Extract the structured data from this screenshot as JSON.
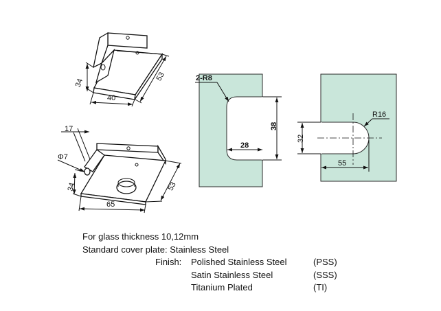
{
  "dimensions": {
    "top_view": {
      "depth": "34",
      "width": "40",
      "height": "53"
    },
    "side_view": {
      "offset": "17",
      "hole_diameter": "Φ7",
      "depth": "34",
      "width": "65",
      "height": "53"
    },
    "glass_notch": {
      "radius": "2-R8",
      "width": "28",
      "height": "38"
    },
    "glass_slot": {
      "radius": "R16",
      "height": "32",
      "length": "55"
    }
  },
  "specs": {
    "glass_thickness": "For glass thickness 10,12mm",
    "cover_plate": "Standard cover plate: Stainless Steel",
    "finish_label": "Finish:",
    "finishes": [
      {
        "name": "Polished Stainless Steel",
        "code": "(PSS)"
      },
      {
        "name": "Satin Stainless Steel",
        "code": "(SSS)"
      },
      {
        "name": "Titanium Plated",
        "code": "(TI)"
      }
    ]
  },
  "colors": {
    "glass": "#c9e6da",
    "line": "#111111"
  }
}
